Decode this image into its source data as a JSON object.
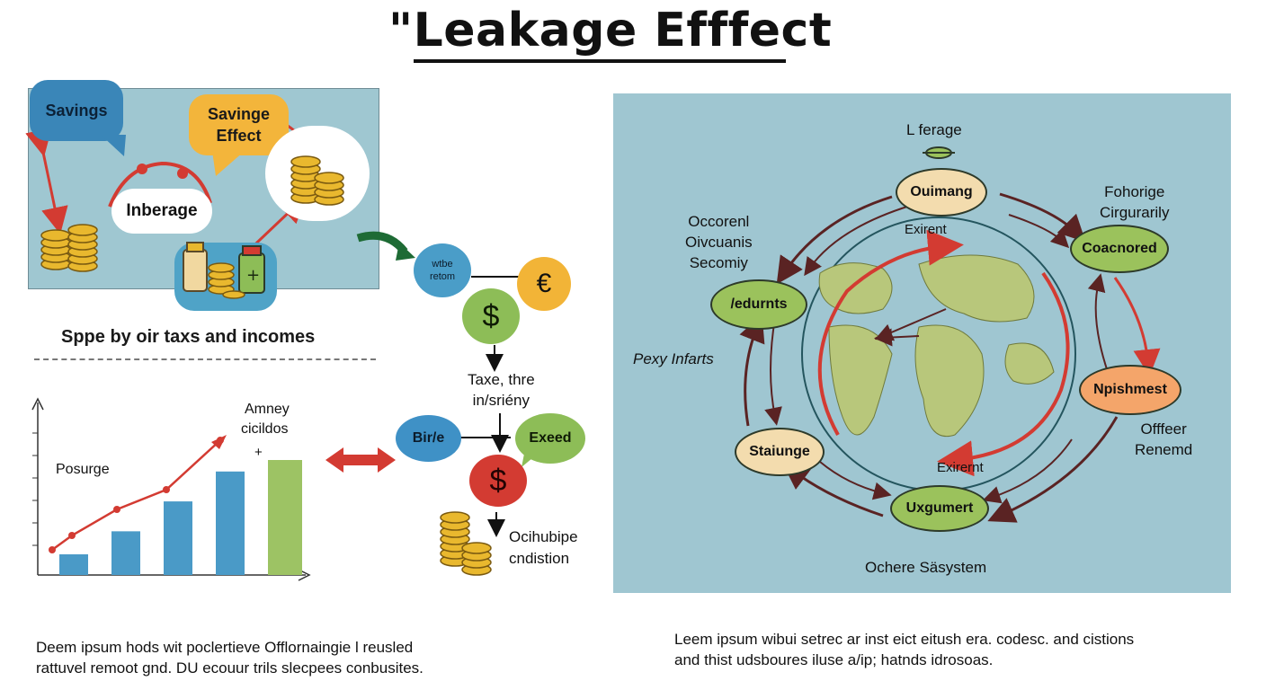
{
  "title": "\"Leakage Efffect",
  "left_panel": {
    "savings_bubble": "Savings",
    "saving_effect_bubble_line1": "Savinge",
    "saving_effect_bubble_line2": "Effect",
    "inberage_bubble": "Inberage",
    "caption": "Sppe by oir taxs and incomes"
  },
  "left_chart": {
    "label_posurge": "Posurge",
    "label_amney": "Amney",
    "label_cicildos": "cicildos",
    "plus_mark": "+",
    "bars": [
      0.18,
      0.38,
      0.64,
      0.9,
      1.0
    ],
    "colors": {
      "bar_blue": "#4a9ac7",
      "bar_green": "#9dc364",
      "trend": "#d33b32"
    }
  },
  "middle_flow": {
    "wtbe_line1": "wtbe",
    "wtbe_line2": "retom",
    "euro_symbol": "€",
    "dollar_green_symbol": "$",
    "taxe_line1": "Taxe, thre",
    "taxe_line2": "in/sriény",
    "birle_label": "Bir/e",
    "exeed_label": "Exeed",
    "dollar_red_symbol": "$",
    "ocihubipe_line1": "Ocihubipe",
    "ocihubipe_line2": "cndistion"
  },
  "right_panel": {
    "l_ferage": "L ferage",
    "node_ouimang": "Ouimang",
    "fohorige_line1": "Fohorige",
    "fohorige_line2": "Cirgurarily",
    "occorenl_line1": "Occorenl",
    "occorenl_line2": "Oivcuanis",
    "occorenl_line3": "Secomiy",
    "exirent_top": "Exirent",
    "node_coacnored": "Coacnored",
    "node_edurnts": "/edurnts",
    "pexy_infarts": "Pexy Infarts",
    "node_npishmest": "Npishmest",
    "offfeer_line1": "Offfeer",
    "offfeer_line2": "Renemd",
    "node_staiunge": "Staiunge",
    "exirent_bottom": "Exirernt",
    "node_uxgumert": "Uxgumert",
    "caption": "Ochere Säsystem"
  },
  "footer": {
    "left_line1": "Deem ipsum hods wit poclertieve  Offlornaingie l reusled",
    "left_line2": "rattuvel remoot gnd. DU ecouur trils slecpees conbusites.",
    "right_line1": "Leem  ipsum wibui setrec ar inst eict eitush era. codesc. and  cistions",
    "right_line2": "and thist udsboures iluse a/ip; hatnds idrosoas."
  }
}
